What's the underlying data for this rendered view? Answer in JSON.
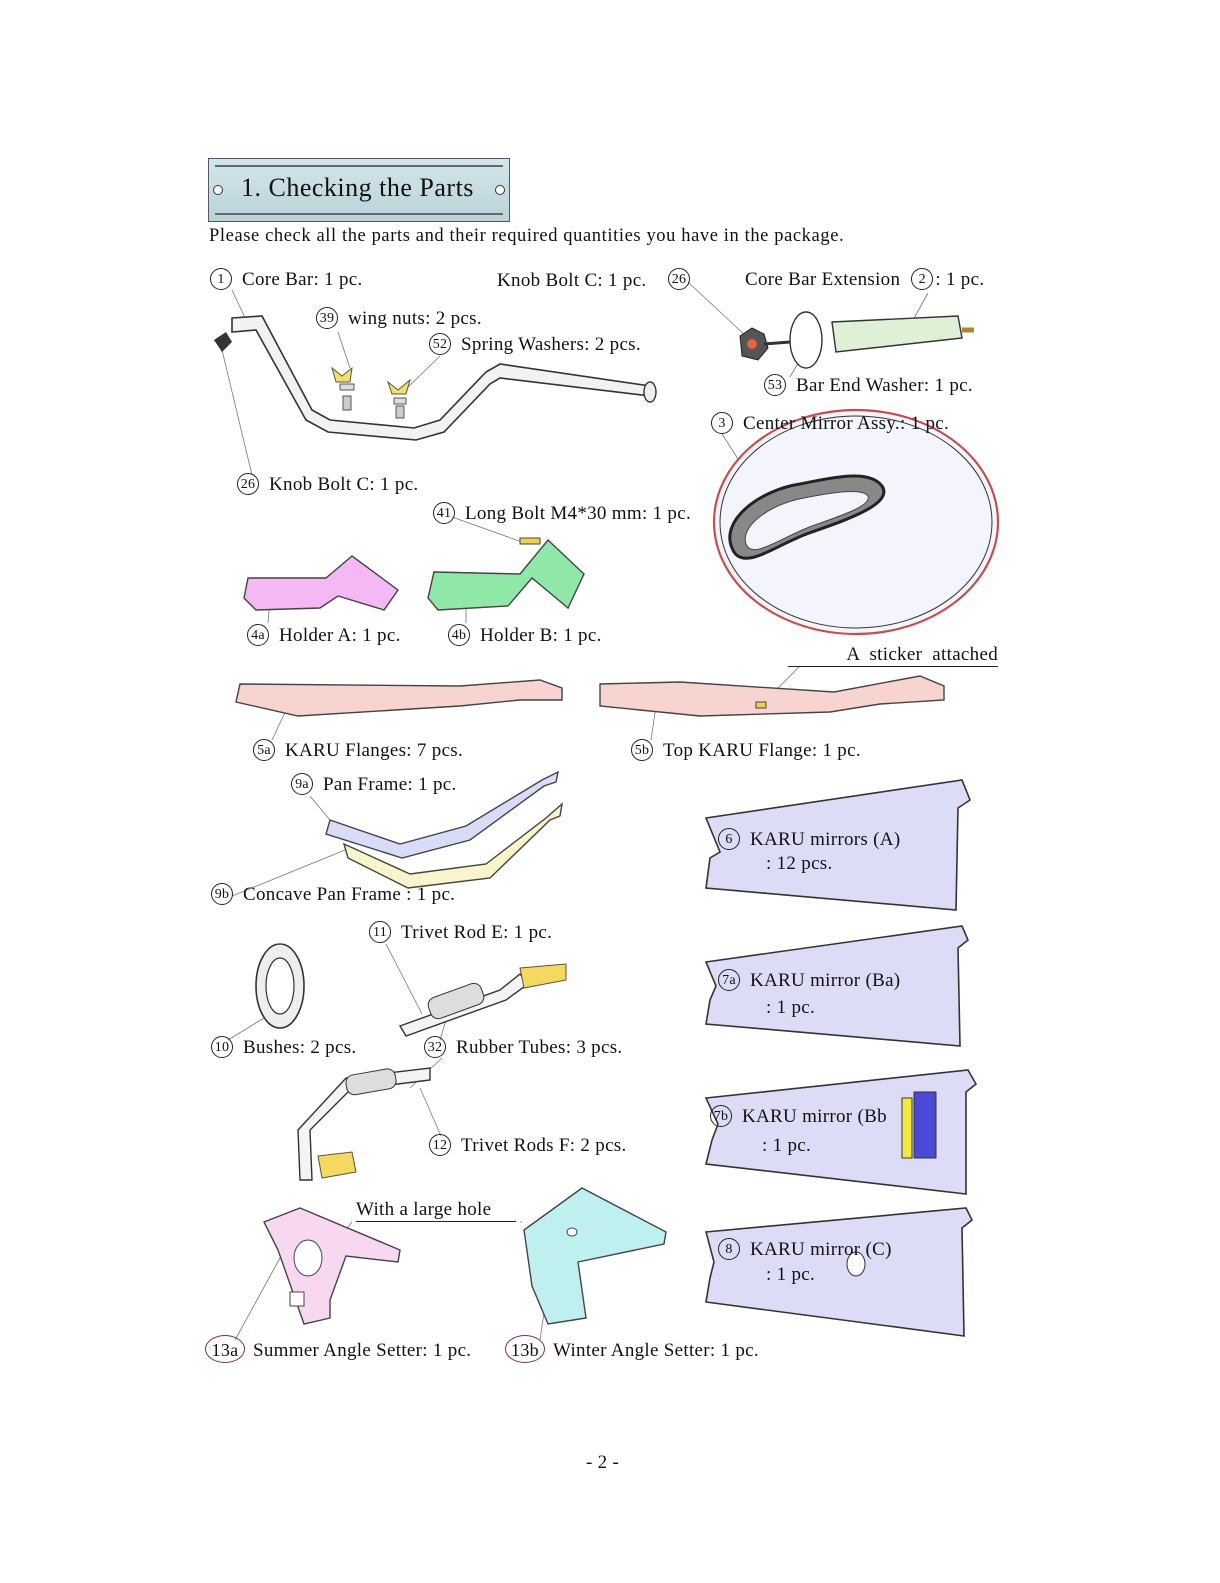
{
  "section_title": "1. Checking the Parts",
  "intro": "Please check all the parts and their required quantities you have in the package.",
  "parts": {
    "p1": {
      "num": "1",
      "text": "Core Bar: 1 pc."
    },
    "knobC_top": {
      "text": "Knob Bolt C: 1 pc."
    },
    "p26_top": {
      "num": "26"
    },
    "p2": {
      "text_a": "Core Bar Extension",
      "num": "2",
      "text_b": ": 1 pc."
    },
    "p39": {
      "num": "39",
      "text": "wing nuts: 2 pcs."
    },
    "p52": {
      "num": "52",
      "text": "Spring Washers: 2 pcs."
    },
    "p53": {
      "num": "53",
      "text": "Bar End Washer: 1 pc."
    },
    "p3": {
      "num": "3",
      "text": "Center Mirror Assy.: 1 pc."
    },
    "p26": {
      "num": "26",
      "text": "Knob Bolt C: 1 pc."
    },
    "p41": {
      "num": "41",
      "text": "Long Bolt M4*30 mm: 1 pc."
    },
    "p4a": {
      "num": "4a",
      "text": "Holder A: 1 pc."
    },
    "p4b": {
      "num": "4b",
      "text": "Holder B: 1 pc."
    },
    "sticker": "A  sticker  attached",
    "p5a": {
      "num": "5a",
      "text": "KARU Flanges: 7 pcs."
    },
    "p5b": {
      "num": "5b",
      "text": "Top KARU Flange: 1 pc."
    },
    "p9a": {
      "num": "9a",
      "text": "Pan Frame: 1 pc."
    },
    "p9b": {
      "num": "9b",
      "text": "Concave Pan Frame : 1 pc."
    },
    "p6": {
      "num": "6",
      "text": "KARU mirrors (A)",
      "qty": ": 12 pcs."
    },
    "p11": {
      "num": "11",
      "text": "Trivet Rod E: 1 pc."
    },
    "p7a": {
      "num": "7a",
      "text": "KARU mirror (Ba)",
      "qty": ": 1 pc."
    },
    "p10": {
      "num": "10",
      "text": "Bushes: 2 pcs."
    },
    "p32": {
      "num": "32",
      "text": "Rubber Tubes: 3 pcs."
    },
    "p7b": {
      "num": "7b",
      "text": "KARU mirror (Bb",
      "qty": ": 1 pc."
    },
    "p12": {
      "num": "12",
      "text": "Trivet Rods F: 2 pcs."
    },
    "large_hole": "With a large hole",
    "p8": {
      "num": "8",
      "text": "KARU mirror (C)",
      "qty": ": 1 pc."
    },
    "p13a": {
      "num": "13a",
      "text": "Summer Angle Setter: 1 pc."
    },
    "p13b": {
      "num": "13b",
      "text": "Winter Angle Setter: 1 pc."
    }
  },
  "page_number": "- 2 -",
  "colors": {
    "title_bg": "#c5dde2",
    "holder_a": "#f4b8f4",
    "holder_b": "#8fe8a8",
    "flange": "#f8d4d0",
    "pan_frame": "#d8dcf6",
    "concave_frame": "#f8f4cc",
    "mirror": "#dcdcf6",
    "summer_setter": "#f8d8f0",
    "winter_setter": "#bff0f0"
  }
}
